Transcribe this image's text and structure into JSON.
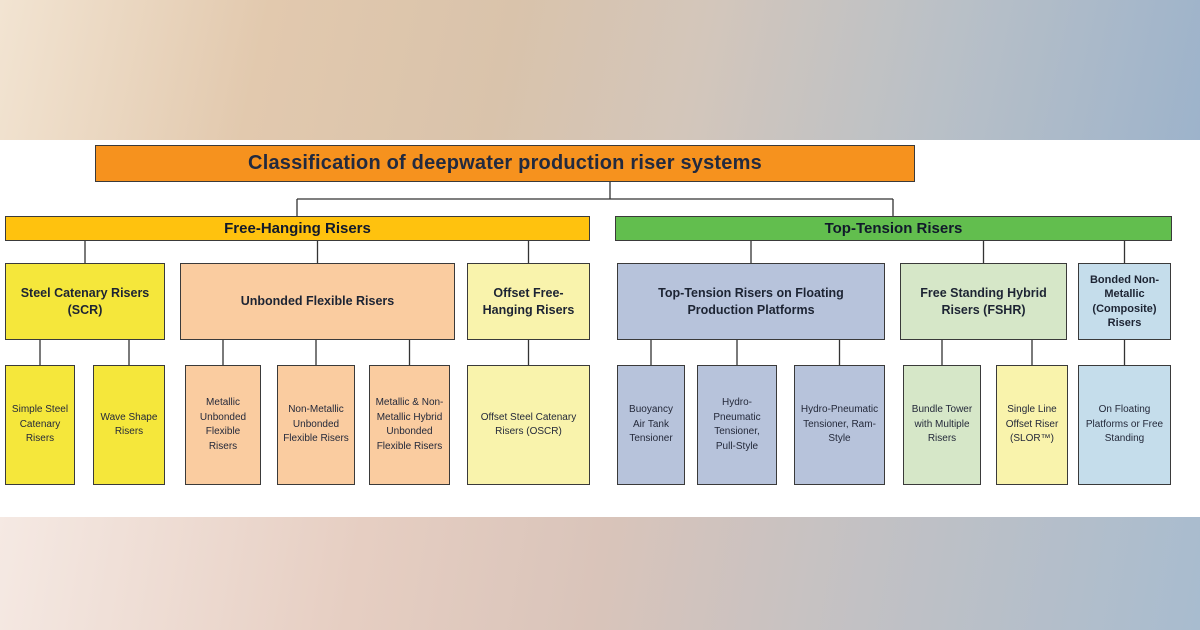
{
  "title": "Classification of deepwater production riser systems",
  "branches": [
    {
      "id": "free-hanging",
      "label": "Free-Hanging Risers",
      "groups": [
        {
          "label": "Steel Catenary Risers (SCR)",
          "children": [
            "Simple Steel Catenary Risers",
            "Wave Shape Risers"
          ]
        },
        {
          "label": "Unbonded Flexible Risers",
          "children": [
            "Metallic Unbonded Flexible Risers",
            "Non-Metallic Unbonded Flexible Risers",
            "Metallic & Non-Metallic Hybrid Unbonded Flexible Risers"
          ]
        },
        {
          "label": "Offset Free-Hanging Risers",
          "children": [
            "Offset Steel Catenary Risers (OSCR)"
          ]
        }
      ]
    },
    {
      "id": "top-tension",
      "label": "Top-Tension Risers",
      "groups": [
        {
          "label": "Top-Tension Risers on Floating Production Platforms",
          "children": [
            "Buoyancy Air Tank Tensioner",
            "Hydro-Pneumatic Tensioner, Pull-Style",
            "Hydro-Pneumatic Tensioner, Ram-Style"
          ]
        },
        {
          "label": "Free Standing Hybrid Risers (FSHR)",
          "children": [
            "Bundle Tower with Multiple Risers",
            "Single Line Offset Riser (SLOR™)"
          ]
        },
        {
          "label": "Bonded Non-Metallic (Composite) Risers",
          "children": [
            "On Floating Platforms or Free Standing"
          ]
        }
      ]
    }
  ],
  "colors": {
    "banner_orange": "#F6921E",
    "gold_bar": "#FFC20E",
    "green_bar": "#62BE4E",
    "bright_yellow": "#F5E73B",
    "peach": "#FACCA0",
    "pale_yellow": "#F9F3AC",
    "blue_grey": "#B7C3DB",
    "light_green": "#D6E7C8",
    "light_blue": "#C5DDEB",
    "line_color": "#333333"
  }
}
